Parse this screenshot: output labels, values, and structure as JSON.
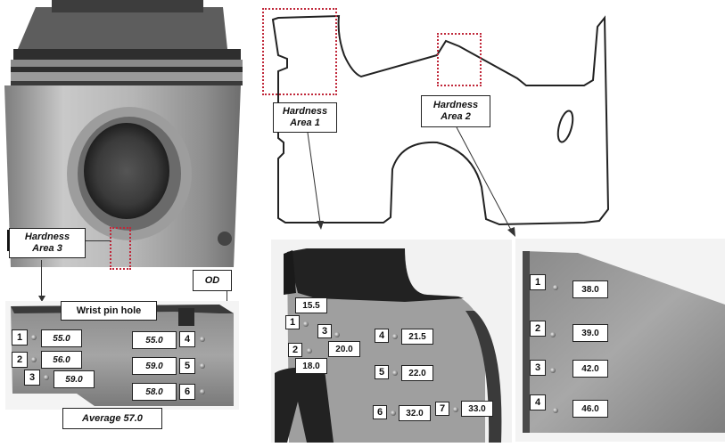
{
  "labels": {
    "area1": "Hardness\nArea 1",
    "area2": "Hardness\nArea 2",
    "area3": "Hardness\nArea 3",
    "od": "OD",
    "wrist_pin_hole": "Wrist pin hole",
    "average": "Average 57.0"
  },
  "area3": {
    "left_points": [
      {
        "n": "1",
        "v": "55.0"
      },
      {
        "n": "2",
        "v": "56.0"
      },
      {
        "n": "3",
        "v": "59.0"
      }
    ],
    "right_points": [
      {
        "n": "4",
        "v": "55.0"
      },
      {
        "n": "5",
        "v": "59.0"
      },
      {
        "n": "6",
        "v": "58.0"
      }
    ]
  },
  "area1": {
    "edge_value": "15.5",
    "points": [
      {
        "n": "1",
        "v": ""
      },
      {
        "n": "2",
        "v": "18.0"
      },
      {
        "n": "3",
        "v": "20.0"
      },
      {
        "n": "4",
        "v": "21.5"
      },
      {
        "n": "5",
        "v": "22.0"
      },
      {
        "n": "6",
        "v": "32.0"
      },
      {
        "n": "7",
        "v": "33.0"
      }
    ]
  },
  "area2": {
    "points": [
      {
        "n": "1",
        "v": "38.0"
      },
      {
        "n": "2",
        "v": "39.0"
      },
      {
        "n": "3",
        "v": "42.0"
      },
      {
        "n": "4",
        "v": "46.0"
      }
    ]
  },
  "colors": {
    "highlight": "#c0283a",
    "metal": "#9a9a9a"
  }
}
